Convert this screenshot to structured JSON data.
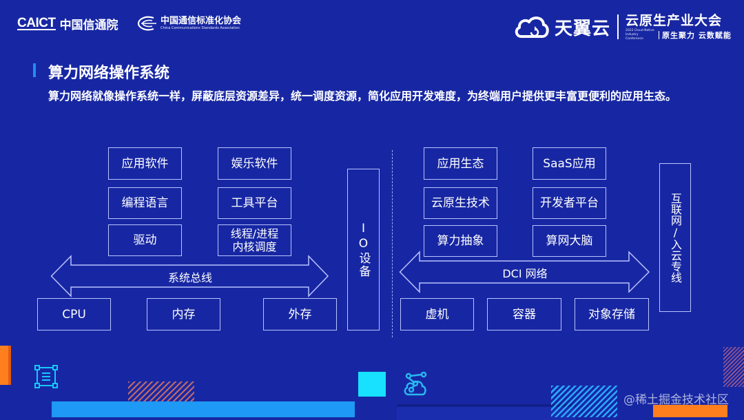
{
  "header": {
    "caict_mark": "CAICT",
    "caict_cn": "中国信通院",
    "ccsa_cn": "中国通信标准化协会",
    "ccsa_en": "China Communications Standards Association",
    "tianyi_name": "天翼云",
    "conference_title": "云原生产业大会",
    "conference_en": "2022 Cloud Native Industry Conference",
    "conference_slogan": "原生聚力 云数赋能"
  },
  "slide": {
    "title": "算力网络操作系统",
    "description": "算力网络就像操作系统一样，屏蔽底层资源差异，统一调度资源，简化应用开发难度，为终端用户提供更丰富更便利的应用生态。"
  },
  "left_diagram": {
    "top_boxes": [
      "应用软件",
      "娱乐软件",
      "编程语言",
      "工具平台",
      "驱动"
    ],
    "scheduler_box": [
      "线程/进程",
      "内核调度"
    ],
    "bus_label": "系统总线",
    "bottom_boxes": [
      "CPU",
      "内存",
      "外存"
    ],
    "side_box": "IO设备"
  },
  "right_diagram": {
    "top_boxes": [
      "应用生态",
      "SaaS应用",
      "云原生技术",
      "开发者平台",
      "算力抽象",
      "算网大脑"
    ],
    "bus_label": "DCI 网络",
    "bottom_boxes": [
      "虚机",
      "容器",
      "对象存储"
    ],
    "side_box": "互联网/入云专线"
  },
  "decorations": {
    "icons": [
      "frame-document-icon",
      "cloud-network-icon"
    ],
    "accent_colors": {
      "orange": "#ff7f1e",
      "cyan": "#17e1ff",
      "light_blue": "#1e90ff",
      "background": "#1727a3"
    }
  },
  "watermark": "@稀土掘金技术社区"
}
